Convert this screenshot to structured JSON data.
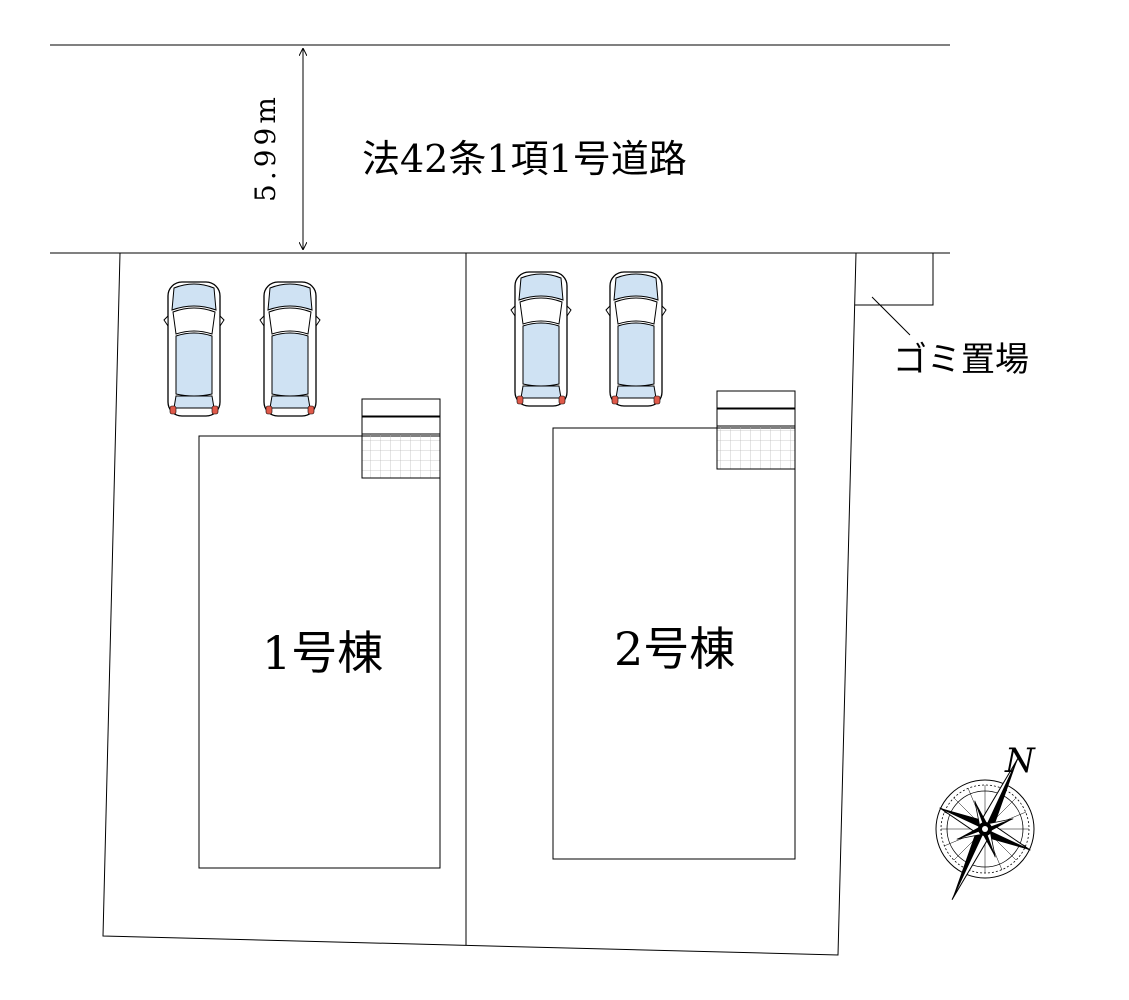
{
  "road": {
    "label": "法42条1項1号道路",
    "width_label": "5.99m"
  },
  "lots": [
    {
      "label": "1号棟",
      "parking_spaces": 2
    },
    {
      "label": "2号棟",
      "parking_spaces": 2
    }
  ],
  "garbage_area": {
    "label": "ゴミ置場"
  },
  "compass": {
    "north_label": "N"
  },
  "colors": {
    "line": "#000000",
    "car_body": "#ffffff",
    "car_glass": "#cfe2f3",
    "car_tail_light": "#e05a4a",
    "entrance_grid": "#bbbbbb"
  }
}
